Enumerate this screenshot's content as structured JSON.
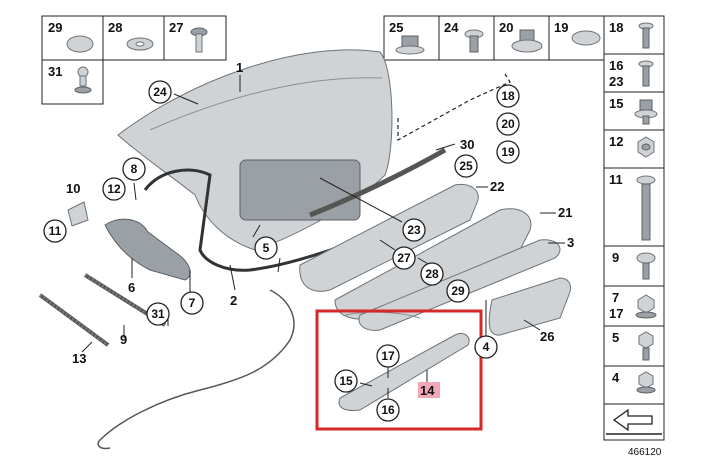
{
  "top_row": [
    "29",
    "28",
    "27",
    "25",
    "24",
    "20",
    "19",
    "18"
  ],
  "top_left_extra": "31",
  "right_column": [
    "16",
    "23",
    "15",
    "12",
    "11",
    "9",
    "7",
    "17",
    "5",
    "4"
  ],
  "main_callouts": {
    "c24": "24",
    "c1": "1",
    "c18": "18",
    "c20": "20",
    "c19": "19",
    "c30": "30",
    "c25": "25",
    "c22": "22",
    "c21": "21",
    "c3": "3",
    "c23": "23",
    "c27": "27",
    "c28": "28",
    "c29": "29",
    "c26": "26",
    "c4": "4",
    "c5": "5",
    "c2": "2",
    "c7": "7",
    "c8": "8",
    "c10": "10",
    "c12": "12",
    "c11": "11",
    "c6": "6",
    "c13": "13",
    "c9": "9",
    "c31": "31",
    "c17": "17",
    "c15": "15",
    "c14": "14",
    "c16": "16"
  },
  "doc_id": "466120",
  "colors": {
    "highlight_box": "#d62828",
    "highlight_tag": "#f2a7b5"
  }
}
